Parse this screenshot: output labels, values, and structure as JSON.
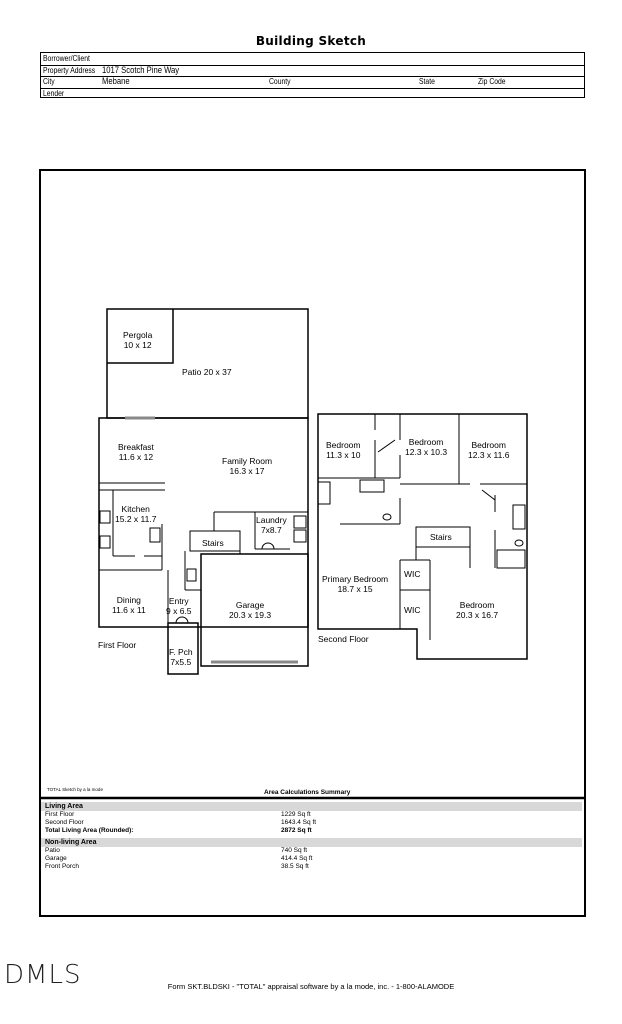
{
  "header": {
    "title": "Building Sketch"
  },
  "info": {
    "borrower_label": "Borrower/Client",
    "property_label": "Property Address",
    "property_value": "1017 Scotch Pine Way",
    "city_label": "City",
    "city_value": "Mebane",
    "county_label": "County",
    "state_label": "State",
    "zip_label": "Zip Code",
    "lender_label": "Lender"
  },
  "plan": {
    "pergola_name": "Pergola",
    "pergola_size": "10 x 12",
    "patio": "Patio 20 x 37",
    "breakfast_name": "Breakfast",
    "breakfast_size": "11.6 x 12",
    "family_name": "Family Room",
    "family_size": "16.3 x 17",
    "kitchen_name": "Kitchen",
    "kitchen_size": "15.2 x 11.7",
    "laundry_name": "Laundry",
    "laundry_size": "7x8.7",
    "stairs1": "Stairs",
    "dining_name": "Dining",
    "dining_size": "11.6 x 11",
    "entry_name": "Entry",
    "entry_size": "9 x 6.5",
    "garage_name": "Garage",
    "garage_size": "20.3 x 19.3",
    "porch_name": "F. Pch",
    "porch_size": "7x5.5",
    "first_floor": "First Floor",
    "bed1_name": "Bedroom",
    "bed1_size": "11.3 x 10",
    "bed2_name": "Bedroom",
    "bed2_size": "12.3 x 10.3",
    "bed3_name": "Bedroom",
    "bed3_size": "12.3 x 11.6",
    "stairs2": "Stairs",
    "primary_name": "Primary Bedroom",
    "primary_size": "18.7 x 15",
    "wic1": "WIC",
    "wic2": "WIC",
    "bed4_name": "Bedroom",
    "bed4_size": "20.3 x 16.7",
    "second_floor": "Second Floor",
    "sketch_credit": "TOTAL Sketch by a la mode"
  },
  "summary": {
    "title": "Area Calculations Summary",
    "living_header": "Living Area",
    "living": [
      {
        "name": "First Floor",
        "value": "1229 Sq ft"
      },
      {
        "name": "Second Floor",
        "value": "1643.4 Sq ft"
      },
      {
        "name": "Total Living Area (Rounded):",
        "value": "2872 Sq ft"
      }
    ],
    "nonliving_header": "Non-living Area",
    "nonliving": [
      {
        "name": "Patio",
        "value": "740 Sq ft"
      },
      {
        "name": "Garage",
        "value": "414.4 Sq ft"
      },
      {
        "name": "Front Porch",
        "value": "38.5 Sq ft"
      }
    ]
  },
  "footer": {
    "mls_logo": "DMLS",
    "form_text": "Form SKT.BLDSKI - \"TOTAL\" appraisal software by a la mode, inc. - 1-800-ALAMODE"
  }
}
